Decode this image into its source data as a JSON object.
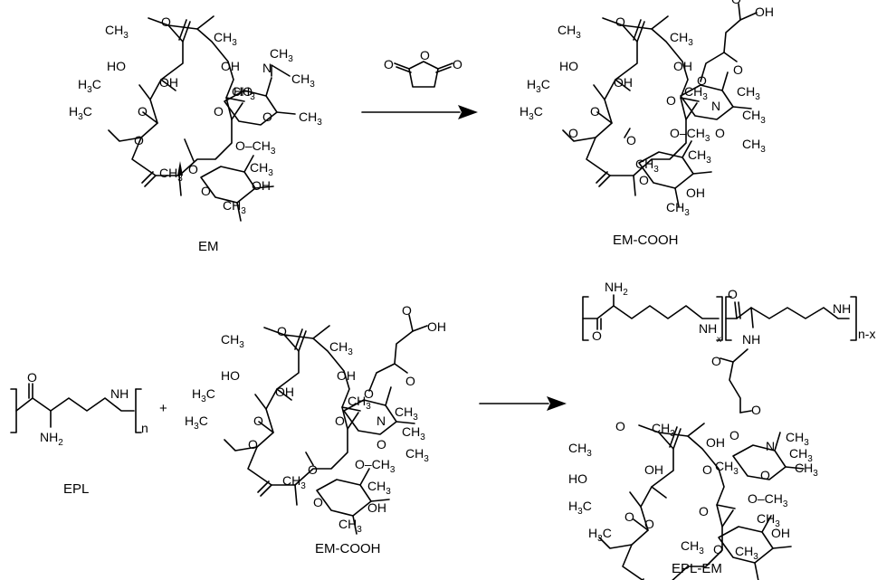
{
  "compounds": {
    "em": {
      "caption": "EM"
    },
    "em_cooh_top": {
      "caption": "EM-COOH"
    },
    "epl": {
      "caption": "EPL",
      "repeat_subscript": "n"
    },
    "em_cooh_bottom": {
      "caption": "EM-COOH"
    },
    "epl_em": {
      "caption": "EPL-EM",
      "repeat_x": "x",
      "repeat_nx": "n-x"
    }
  },
  "reagent": {
    "name": "succinic anhydride"
  },
  "operators": {
    "plus": "+"
  },
  "atoms": {
    "O": "O",
    "OH": "OH",
    "HO": "HO",
    "N": "N",
    "NH": "NH",
    "NH2": "NH",
    "H": "H",
    "CH3": "CH",
    "H3C": "H",
    "C": "C",
    "OCH3": "O",
    "CH3_left": "CH",
    "sub2": "2",
    "sub3": "3",
    "minus_CH3": "–CH"
  }
}
